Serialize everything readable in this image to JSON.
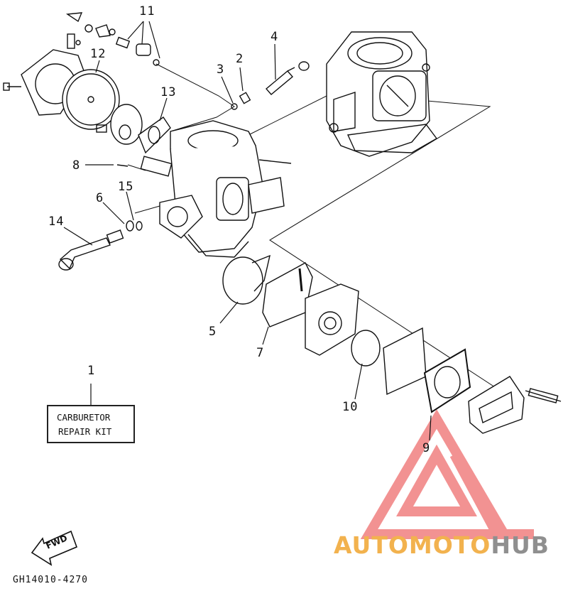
{
  "callouts": [
    {
      "id": "1",
      "text": "1"
    },
    {
      "id": "2",
      "text": "2"
    },
    {
      "id": "3",
      "text": "3"
    },
    {
      "id": "4",
      "text": "4"
    },
    {
      "id": "5",
      "text": "5"
    },
    {
      "id": "6",
      "text": "6"
    },
    {
      "id": "7",
      "text": "7"
    },
    {
      "id": "8",
      "text": "8"
    },
    {
      "id": "9",
      "text": "9"
    },
    {
      "id": "10",
      "text": "10"
    },
    {
      "id": "11",
      "text": "11"
    },
    {
      "id": "12",
      "text": "12"
    },
    {
      "id": "13",
      "text": "13"
    },
    {
      "id": "14",
      "text": "14"
    },
    {
      "id": "15",
      "text": "15"
    }
  ],
  "kit_label": {
    "line1": "CARBURETOR",
    "line2": "REPAIR KIT"
  },
  "fwd_label": "FWD",
  "diagram_code": "GH14010-4270",
  "watermark": {
    "part1": "AUTOMOTO",
    "part2": "HUB",
    "color_primary": "#f2b24e",
    "color_secondary": "#8f8f8f",
    "triangle_color": "#f08080"
  }
}
